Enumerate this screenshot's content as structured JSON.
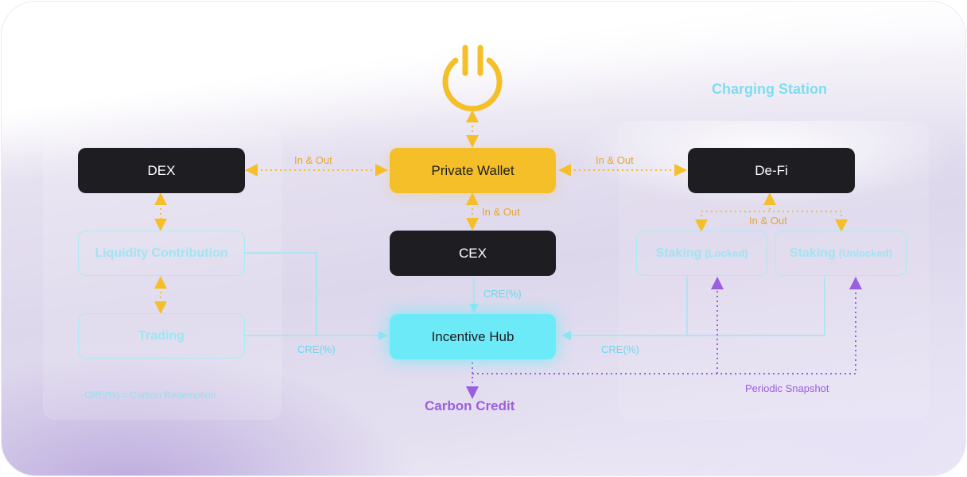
{
  "nodes": {
    "dex": "DEX",
    "private_wallet": "Private Wallet",
    "defi": "De-Fi",
    "cex": "CEX",
    "incentive_hub": "Incentive Hub",
    "liquidity_contribution": "Liquidity Contribution",
    "trading": "Trading",
    "staking_locked": {
      "main": "Staking",
      "sub": "(Locked)"
    },
    "staking_unlocked": {
      "main": "Staking",
      "sub": "(Unlocked)"
    }
  },
  "labels": {
    "in_out_left": "In & Out",
    "in_out_right": "In & Out",
    "in_out_cex": "In & Out",
    "in_out_defi": "In & Out",
    "cre_cex": "CRE(%)",
    "cre_left": "CRE(%)",
    "cre_right": "CRE(%)",
    "periodic_snapshot": "Periodic Snapshot",
    "carbon_credit": "Carbon Credit",
    "charging_station": "Charging Station",
    "legend": "CRE(%) = Carbon Redemption"
  },
  "icons": {
    "power": "power-icon"
  },
  "colors": {
    "yellow": "#f5bf2a",
    "dark": "#1e1d22",
    "cyan": "#6ceaf7",
    "purple": "#9a5ee0"
  }
}
